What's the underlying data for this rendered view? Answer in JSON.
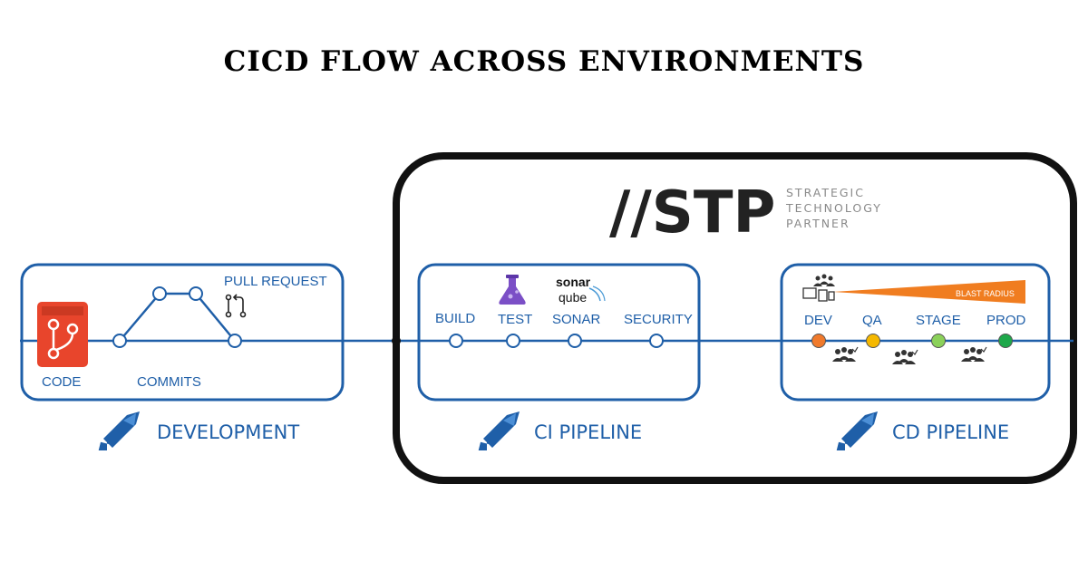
{
  "title": "CICD FLOW ACROSS ENVIRONMENTS",
  "brand": {
    "logo": "//STP",
    "tagline": [
      "STRATEGIC",
      "TECHNOLOGY",
      "PARTNER"
    ]
  },
  "development": {
    "section_label": "DEVELOPMENT",
    "code_label": "CODE",
    "commits_label": "COMMITS",
    "pull_request_label": "PULL REQUEST"
  },
  "ci": {
    "section_label": "CI PIPELINE",
    "stages": [
      "BUILD",
      "TEST",
      "SONAR",
      "SECURITY"
    ],
    "sonar_logo": [
      "sonar",
      "qube"
    ]
  },
  "cd": {
    "section_label": "CD PIPELINE",
    "blast_radius_label": "BLAST RADIUS",
    "stages": [
      {
        "label": "DEV",
        "color": "#f07a2c"
      },
      {
        "label": "QA",
        "color": "#f5b800"
      },
      {
        "label": "STAGE",
        "color": "#8bd15a"
      },
      {
        "label": "PROD",
        "color": "#1ea84a"
      }
    ]
  },
  "colors": {
    "accent_blue": "#1f5fa8",
    "frame": "#111111",
    "code_icon": "#e8452c",
    "blast_radius": "#f07d20",
    "test_flask": "#7b4fc6"
  },
  "icons": [
    "git-repo-icon",
    "pull-request-icon",
    "flask-icon",
    "sonarqube-icon",
    "rocket-icon",
    "users-icon",
    "devices-icon"
  ]
}
